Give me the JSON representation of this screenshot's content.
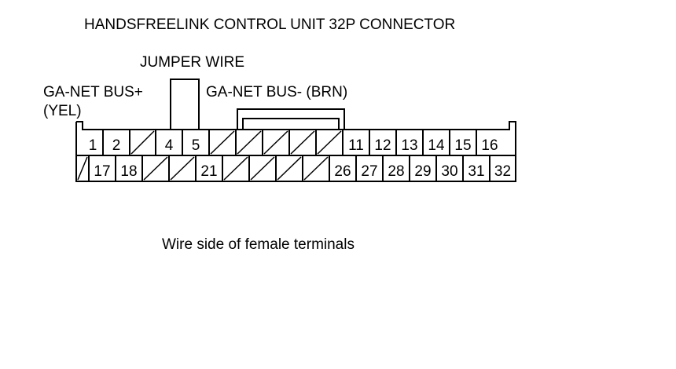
{
  "title": "HANDSFREELINK CONTROL UNIT 32P CONNECTOR",
  "jumper_label": "JUMPER WIRE",
  "bus_plus_label": "GA-NET BUS+",
  "bus_plus_color": "(YEL)",
  "bus_minus_label": "GA-NET BUS- (BRN)",
  "caption": "Wire side of female terminals",
  "connector": {
    "top_row": [
      "1",
      "2",
      "",
      "4",
      "5",
      "",
      "",
      "",
      "",
      "",
      "11",
      "12",
      "13",
      "14",
      "15",
      "16"
    ],
    "bottom_row": [
      "",
      "17",
      "18",
      "",
      "",
      "21",
      "",
      "",
      "",
      "",
      "26",
      "27",
      "28",
      "29",
      "30",
      "31",
      "32"
    ]
  }
}
